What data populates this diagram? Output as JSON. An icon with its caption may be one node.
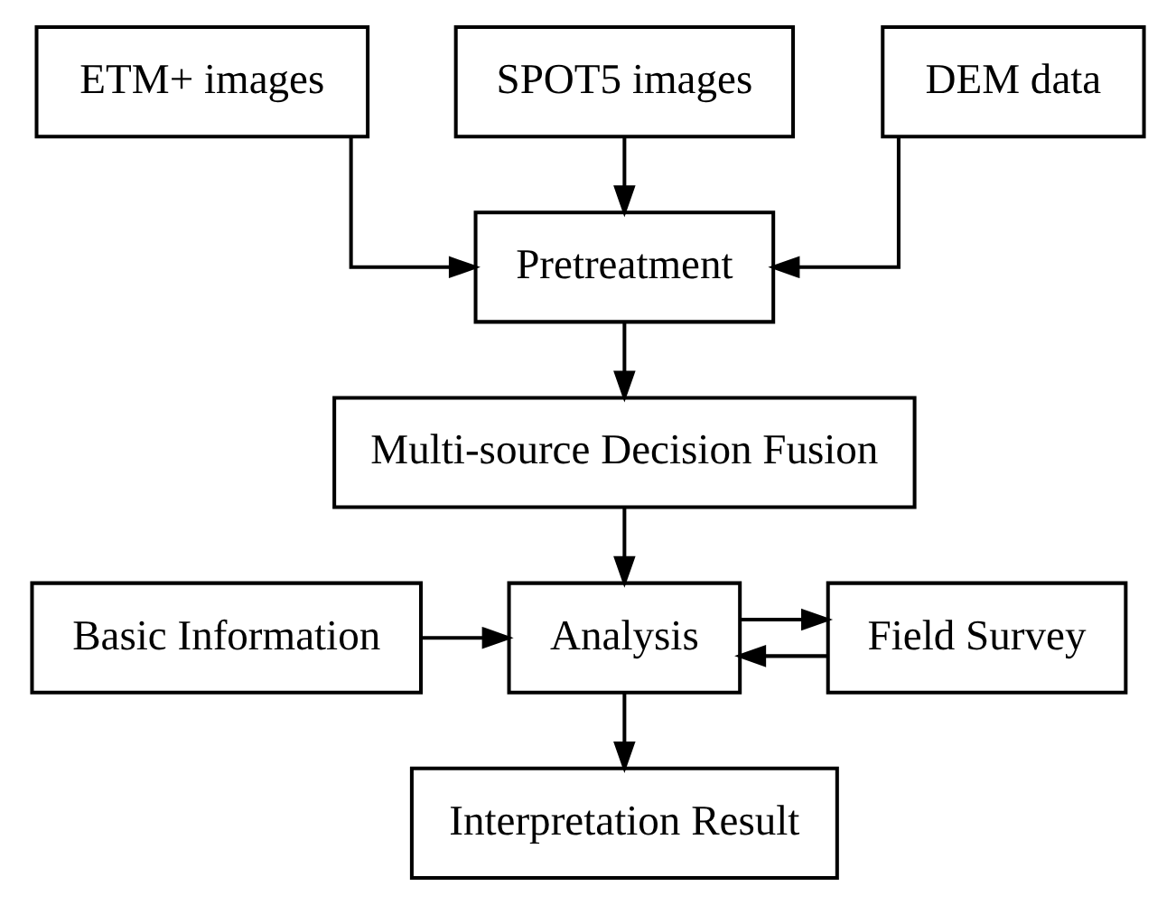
{
  "diagram": {
    "nodes": [
      {
        "text": [
          "ETM+ images"
        ]
      },
      {
        "text": [
          "SPOT5 images"
        ]
      },
      {
        "text": [
          "DEM data"
        ]
      },
      {
        "text": [
          "Pretreatment"
        ]
      },
      {
        "text": [
          "Multi-source Decision Fusion"
        ]
      },
      {
        "text": [
          "Basic Information"
        ]
      },
      {
        "text": [
          "Analysis"
        ]
      },
      {
        "text": [
          "Field Survey"
        ]
      },
      {
        "text": [
          "Interpretation Result"
        ]
      }
    ],
    "edges": [
      {
        "from": 0,
        "to": 3,
        "arrow": "to"
      },
      {
        "from": 1,
        "to": 3,
        "arrow": "to"
      },
      {
        "from": 2,
        "to": 3,
        "arrow": "to"
      },
      {
        "from": 3,
        "to": 4,
        "arrow": "to"
      },
      {
        "from": 4,
        "to": 6,
        "arrow": "to"
      },
      {
        "from": 5,
        "to": 6,
        "arrow": "to"
      },
      {
        "from": 6,
        "to": 7,
        "arrow": "to"
      },
      {
        "from": 7,
        "to": 6,
        "arrow": "to"
      },
      {
        "from": 6,
        "to": 8,
        "arrow": "to"
      }
    ]
  }
}
